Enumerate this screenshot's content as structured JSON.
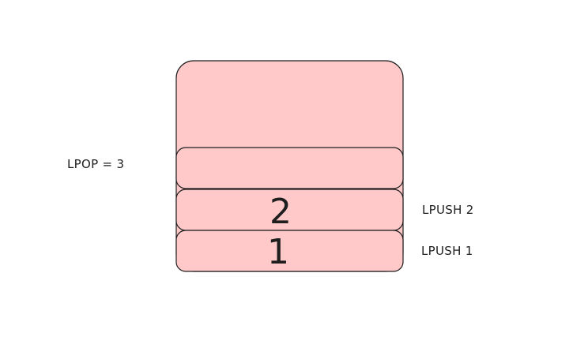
{
  "diagram": {
    "colors": {
      "fill": "#ffc9c9",
      "stroke": "#1e1e1e",
      "background": "#ffffff"
    },
    "slots": [
      {
        "value": ""
      },
      {
        "value": "2"
      },
      {
        "value": "1"
      }
    ],
    "labels": {
      "pop": "LPOP = 3",
      "push_2": "LPUSH 2",
      "push_1": "LPUSH 1"
    }
  }
}
